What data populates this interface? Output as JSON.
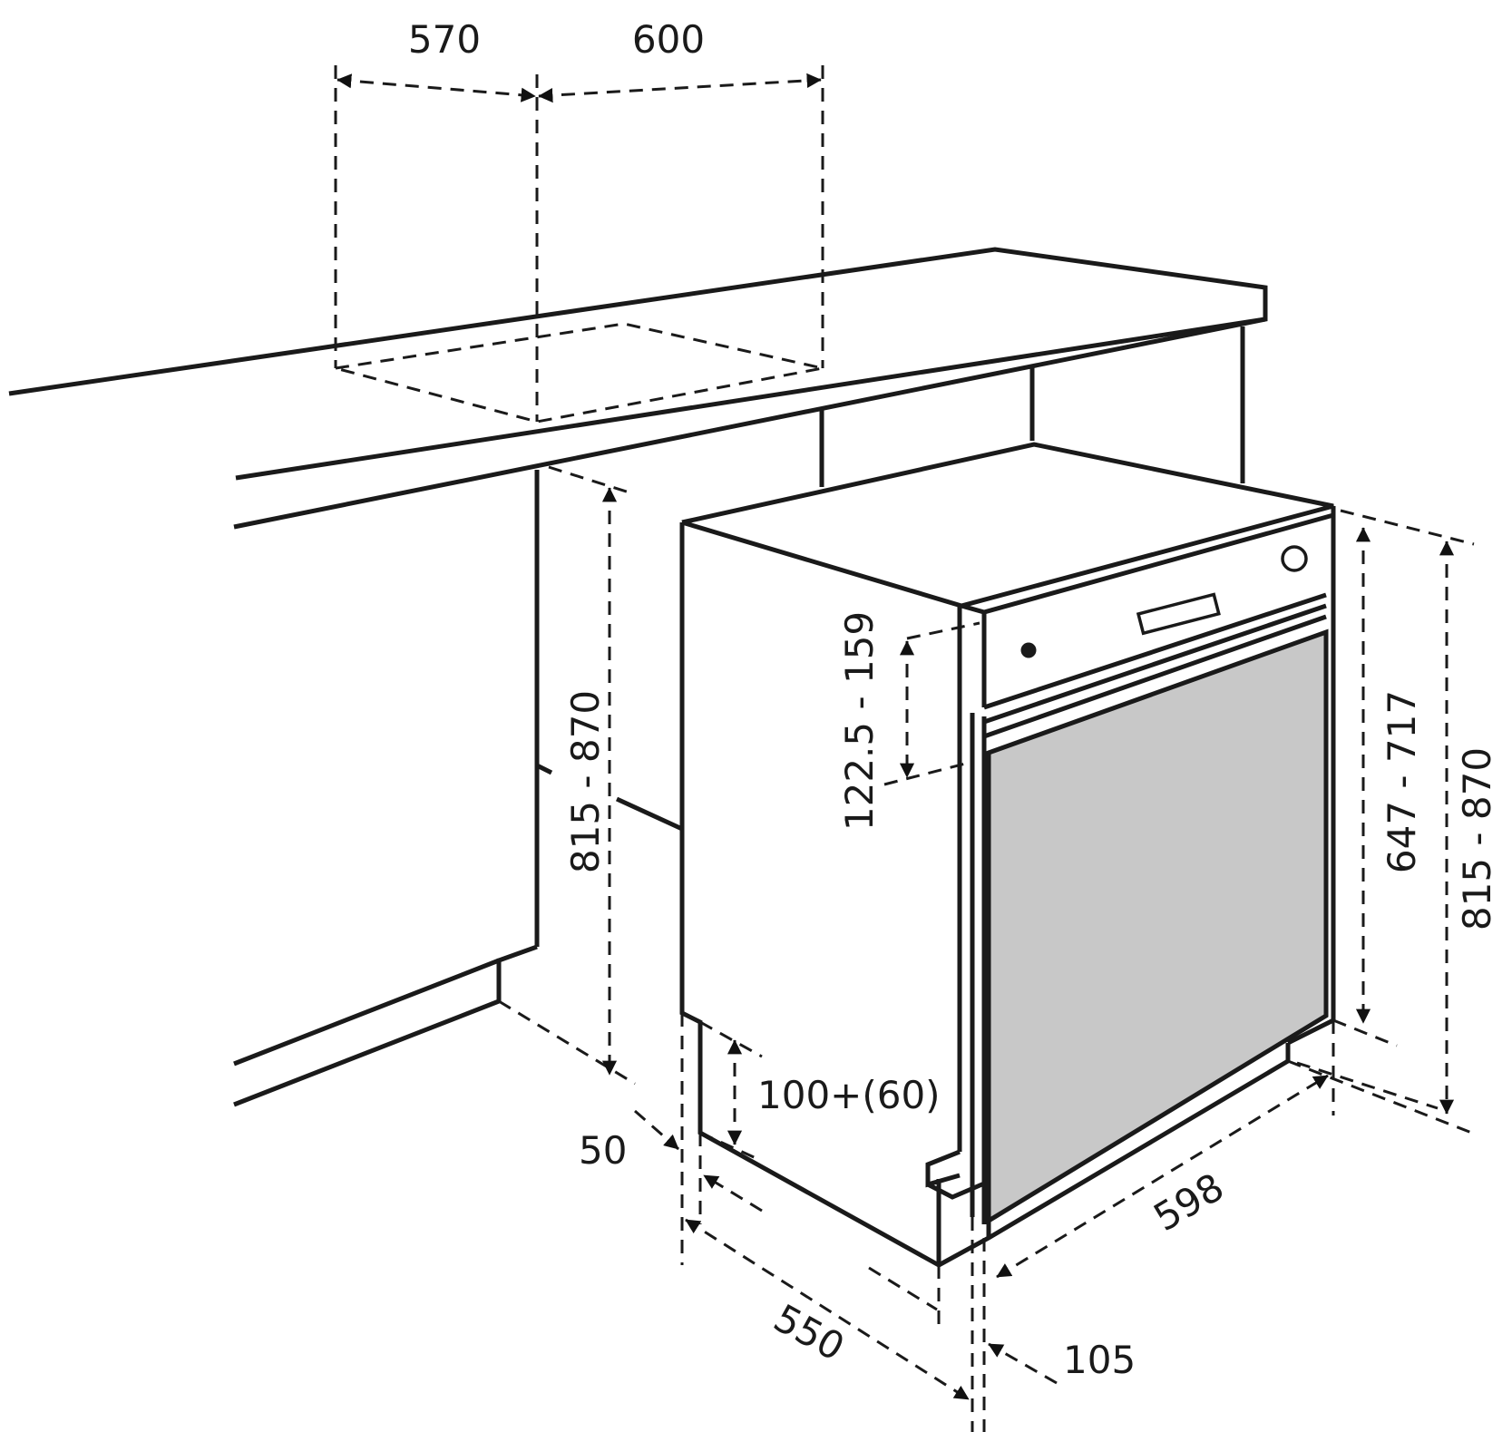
{
  "colors": {
    "line": "#1a1a1a",
    "door_panel": "#c8c8c8",
    "background": "#ffffff"
  },
  "dimensions": {
    "niche_depth": "570",
    "niche_width": "600",
    "niche_height": "815 - 870",
    "appliance_height": "815 - 870",
    "panel_height_range": "647 - 717",
    "control_panel_height": "122.5 - 159",
    "plinth_height": "100+(60)",
    "plinth_setback": "50",
    "appliance_depth": "550",
    "appliance_width": "598",
    "door_offset": "105"
  },
  "icons": [
    "control-knob-icon",
    "display-window-icon",
    "indicator-light-icon"
  ]
}
